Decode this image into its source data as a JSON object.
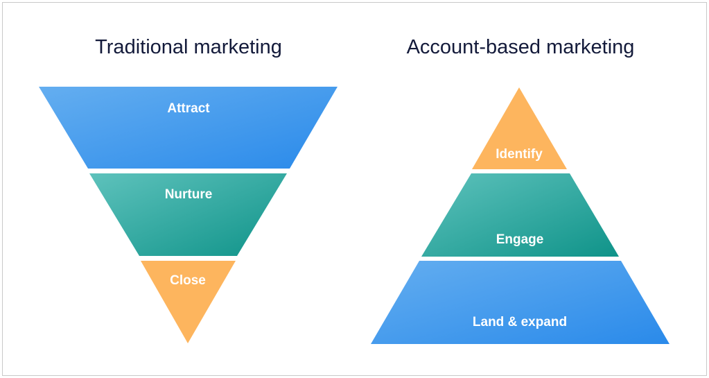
{
  "traditional": {
    "title": "Traditional marketing",
    "stages": [
      "Attract",
      "Nurture",
      "Close"
    ]
  },
  "abm": {
    "title": "Account-based marketing",
    "stages": [
      "Identify",
      "Engage",
      "Land & expand"
    ]
  },
  "colors": {
    "blue_light": "#64aef0",
    "blue_dark": "#2a8aea",
    "teal_light": "#5ec2bc",
    "teal_dark": "#0f9389",
    "orange": "#fdb55e",
    "title_text": "#131a3a",
    "label_text": "#ffffff"
  }
}
